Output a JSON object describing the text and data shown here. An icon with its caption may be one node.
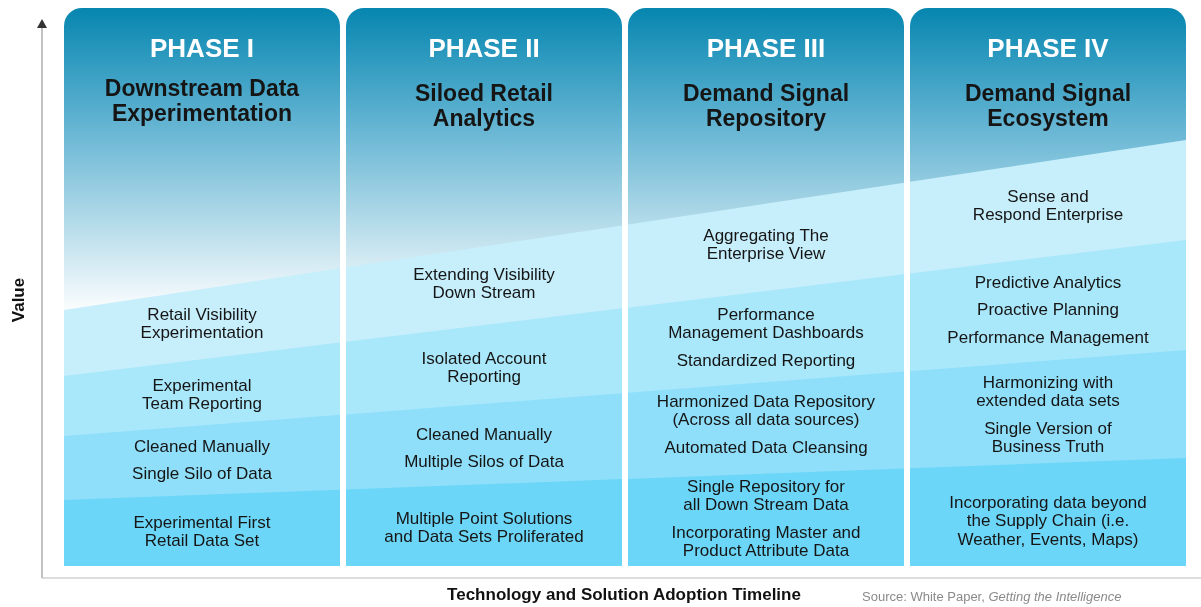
{
  "diagram": {
    "nodes": [
      {
        "text": [
          "PHASE I",
          "Downstream Data Experimentation",
          "Retail Visibility Experimentation",
          "Experimental Team Reporting",
          "Cleaned Manually",
          "Single Silo of Data",
          "Experimental First Retail Data Set"
        ]
      },
      {
        "text": [
          "PHASE II",
          "Siloed Retail Analytics",
          "Extending Visibility Down Stream",
          "Isolated Account Reporting",
          "Cleaned Manually",
          "Multiple Silos of Data",
          "Multiple Point Solutions and Data Sets Proliferated"
        ]
      },
      {
        "text": [
          "PHASE III",
          "Demand Signal Repository",
          "Aggregating The Enterprise View",
          "Performance Management Dashboards",
          "Standardized Reporting",
          "Harmonized Data Repository (Across all data sources)",
          "Automated Data Cleansing",
          "Single Repository for all Down Stream Data",
          "Incorporating Master and Product Attribute Data"
        ]
      },
      {
        "text": [
          "PHASE IV",
          "Demand Signal Ecosystem",
          "Sense and Respond Enterprise",
          "Predictive Analytics",
          "Proactive Planning",
          "Performance Management",
          "Harmonizing with extended data sets",
          "Single Version of Business Truth",
          "Incorporating data beyond the Supply Chain (i.e. Weather, Events, Maps)"
        ]
      }
    ],
    "labels": [
      "Value",
      "Technology and Solution Adoption Timeline",
      "Source: White Paper, *Getting the Intelligence*"
    ]
  }
}
